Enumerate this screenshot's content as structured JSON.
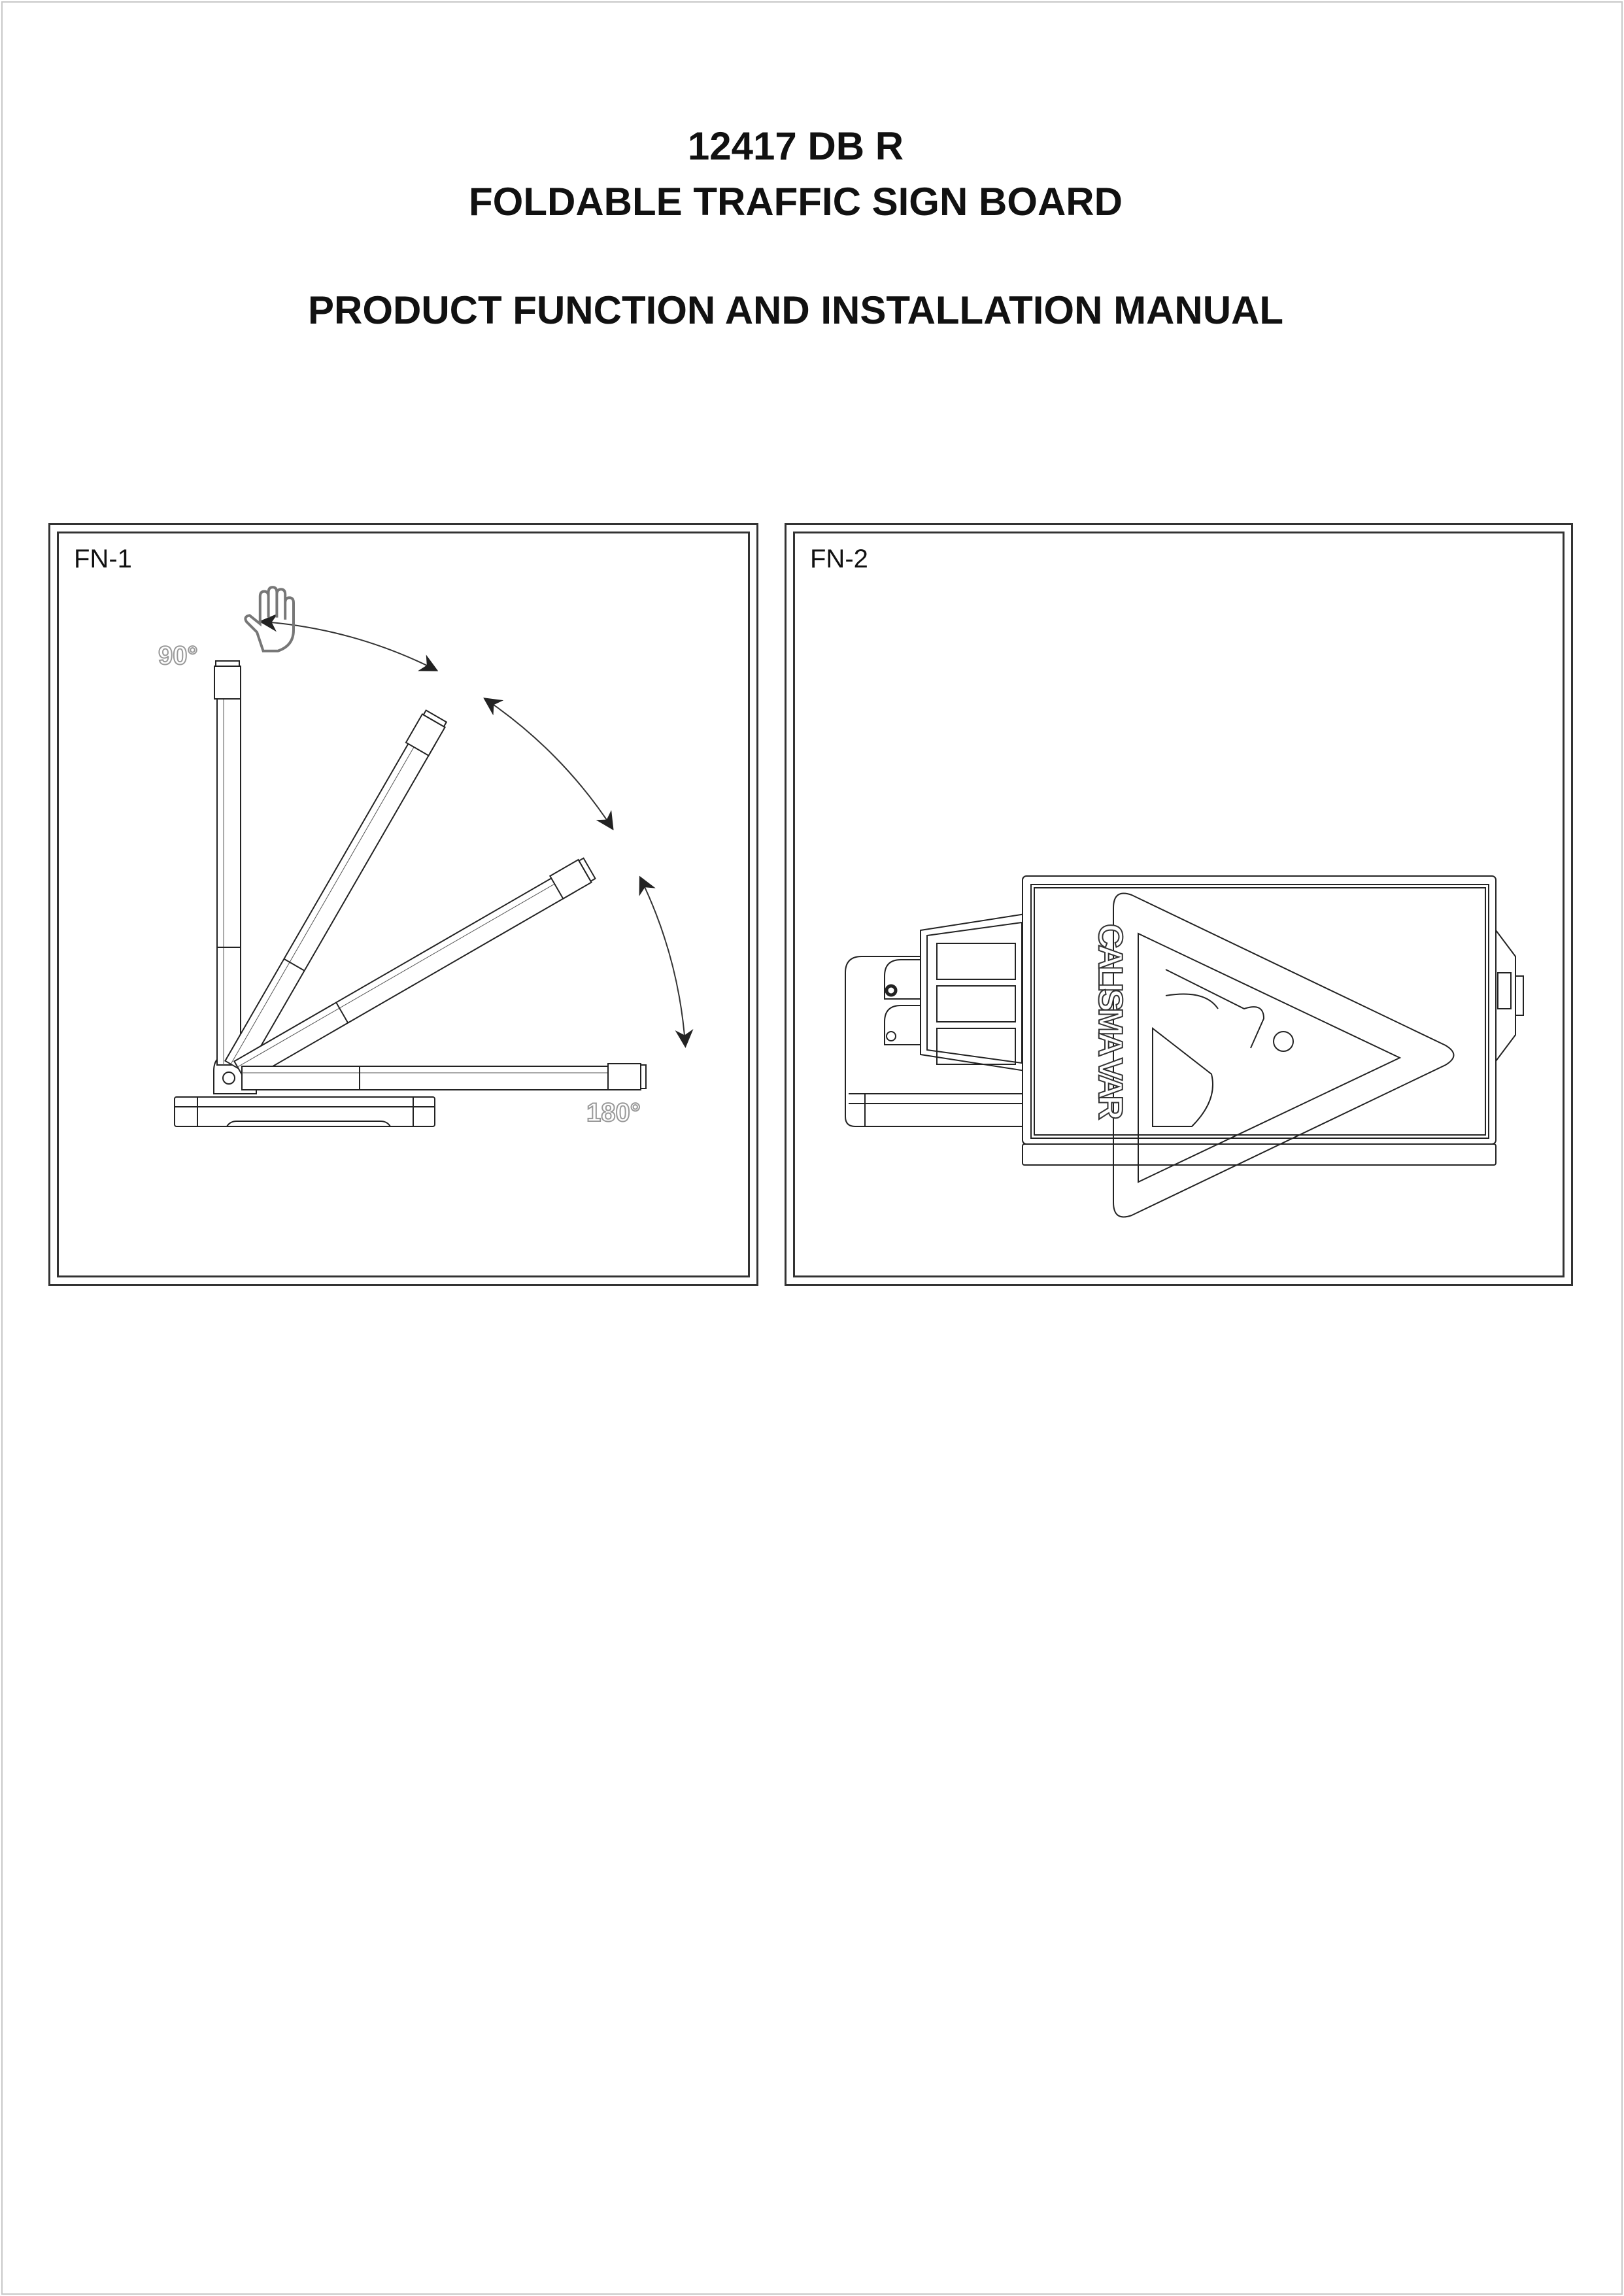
{
  "header": {
    "model": "12417 DB R",
    "product": "FOLDABLE TRAFFIC SIGN BOARD",
    "manual_title": "PRODUCT FUNCTION AND INSTALLATION MANUAL"
  },
  "figures": [
    {
      "label": "FN-1",
      "angle_start_label": "90°",
      "angle_end_label": "180°",
      "icons": [
        "hand-icon",
        "double-arrow-arc-icon"
      ]
    },
    {
      "label": "FN-2",
      "sign_text": "CALISMA VAR",
      "icons": [
        "warning-triangle-icon",
        "roadworks-worker-icon"
      ]
    }
  ],
  "colors": {
    "line": "#222222",
    "angle_label": "#9a9a9a"
  }
}
